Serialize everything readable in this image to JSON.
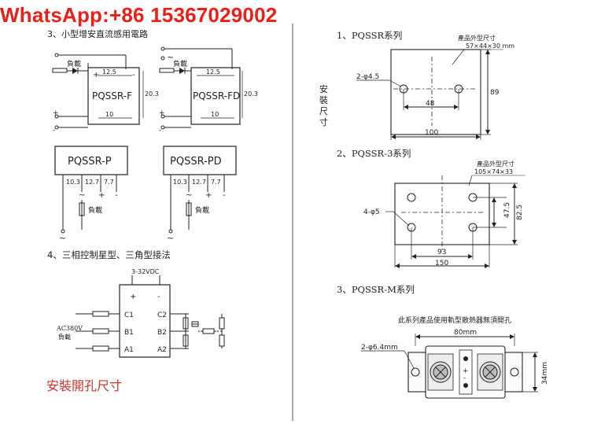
{
  "watermark": "WhatsApp:+86 15367029002",
  "left": {
    "section_title": "3、小型增安直流感用電路",
    "box1_label": "PQSSR-F",
    "box2_label": "PQSSR-FD",
    "dim_12_5": "12.5",
    "dim_20_3": "20.3",
    "dim_10": "10",
    "load_label": "負載",
    "plus": "+",
    "minus": "-",
    "tilde": "~",
    "box3_label": "PQSSR-P",
    "box4_label": "PQSSR-PD",
    "dims_row": [
      "10.3",
      "12.7",
      "7.7"
    ],
    "section4_title": "4、三相控制星型、三角型接法",
    "vdc_label": "3-32VDC",
    "ac_label": "AC380V",
    "load_label2": "負載",
    "phases_left": [
      "C1",
      "B1",
      "A1"
    ],
    "phases_right": [
      "C2",
      "B2",
      "A2"
    ],
    "install_note": "安裝開孔尺寸"
  },
  "right": {
    "s1_title": "1、PQSSR系列",
    "s1_product_size_label": "產品外型尺寸",
    "s1_product_size_value": "57×44×30 mm",
    "s1_hole_label": "2-φ4.5",
    "s1_dim_48": "48",
    "s1_dim_89": "89",
    "s1_dim_100": "100",
    "vertical_label": [
      "安",
      "裝",
      "尺",
      "寸"
    ],
    "s2_title": "2、PQSSR-3系列",
    "s2_product_size_label": "產品外型尺寸",
    "s2_product_size_value": "105×74×33",
    "s2_hole_label": "4-φ5",
    "s2_dim_47_5": "47.5",
    "s2_dim_82_5": "82.5",
    "s2_dim_93": "93",
    "s2_dim_150": "150",
    "s3_title": "3、PQSSR-M系列",
    "s3_note": "此系列產品使用軌型散熱器無須開孔",
    "s3_hole_label": "2-φ6.4mm",
    "s3_dim_80": "80mm",
    "s3_dim_34": "34mm"
  }
}
